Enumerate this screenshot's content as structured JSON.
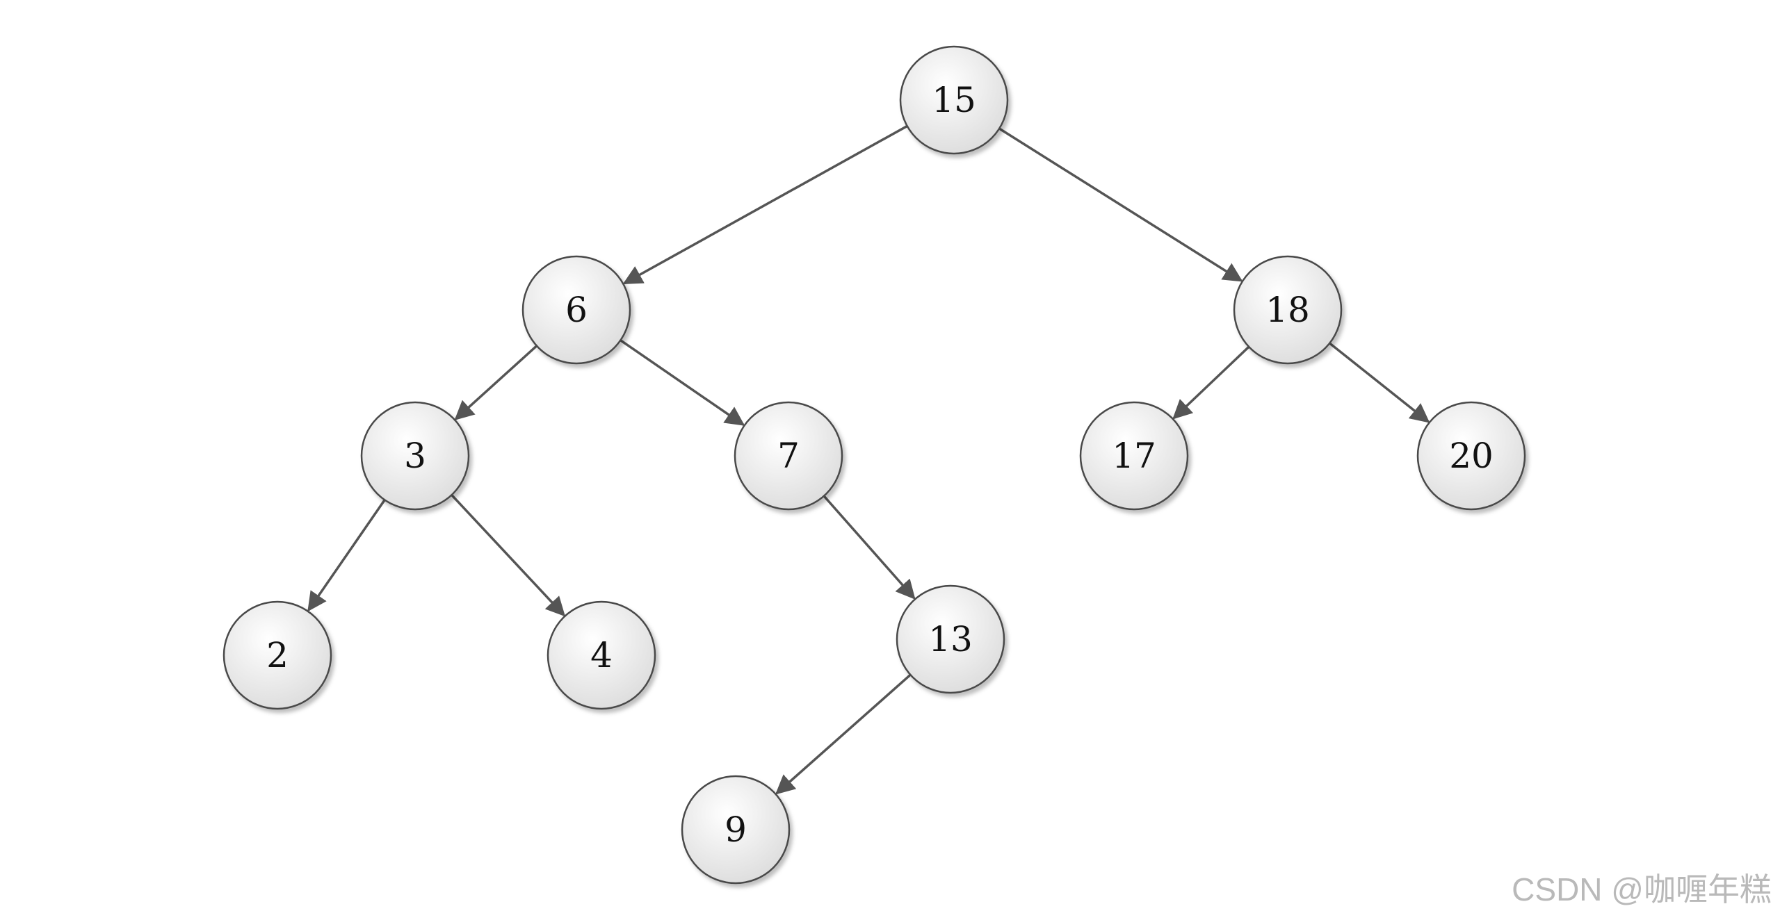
{
  "tree": {
    "nodes": [
      {
        "id": "n15",
        "label": "15"
      },
      {
        "id": "n6",
        "label": "6"
      },
      {
        "id": "n18",
        "label": "18"
      },
      {
        "id": "n3",
        "label": "3"
      },
      {
        "id": "n7",
        "label": "7"
      },
      {
        "id": "n17",
        "label": "17"
      },
      {
        "id": "n20",
        "label": "20"
      },
      {
        "id": "n2",
        "label": "2"
      },
      {
        "id": "n4",
        "label": "4"
      },
      {
        "id": "n13",
        "label": "13"
      },
      {
        "id": "n9",
        "label": "9"
      }
    ],
    "edges": [
      {
        "from": "n15",
        "to": "n6"
      },
      {
        "from": "n15",
        "to": "n18"
      },
      {
        "from": "n6",
        "to": "n3"
      },
      {
        "from": "n6",
        "to": "n7"
      },
      {
        "from": "n18",
        "to": "n17"
      },
      {
        "from": "n18",
        "to": "n20"
      },
      {
        "from": "n3",
        "to": "n2"
      },
      {
        "from": "n3",
        "to": "n4"
      },
      {
        "from": "n7",
        "to": "n13"
      },
      {
        "from": "n13",
        "to": "n9"
      }
    ]
  },
  "watermark": "CSDN @咖喱年糕",
  "colors": {
    "node_fill_light": "#ffffff",
    "node_fill_dark": "#dcdcdc",
    "node_stroke": "#4a4a4a",
    "edge": "#555555",
    "watermark": "#b9b9b9"
  }
}
